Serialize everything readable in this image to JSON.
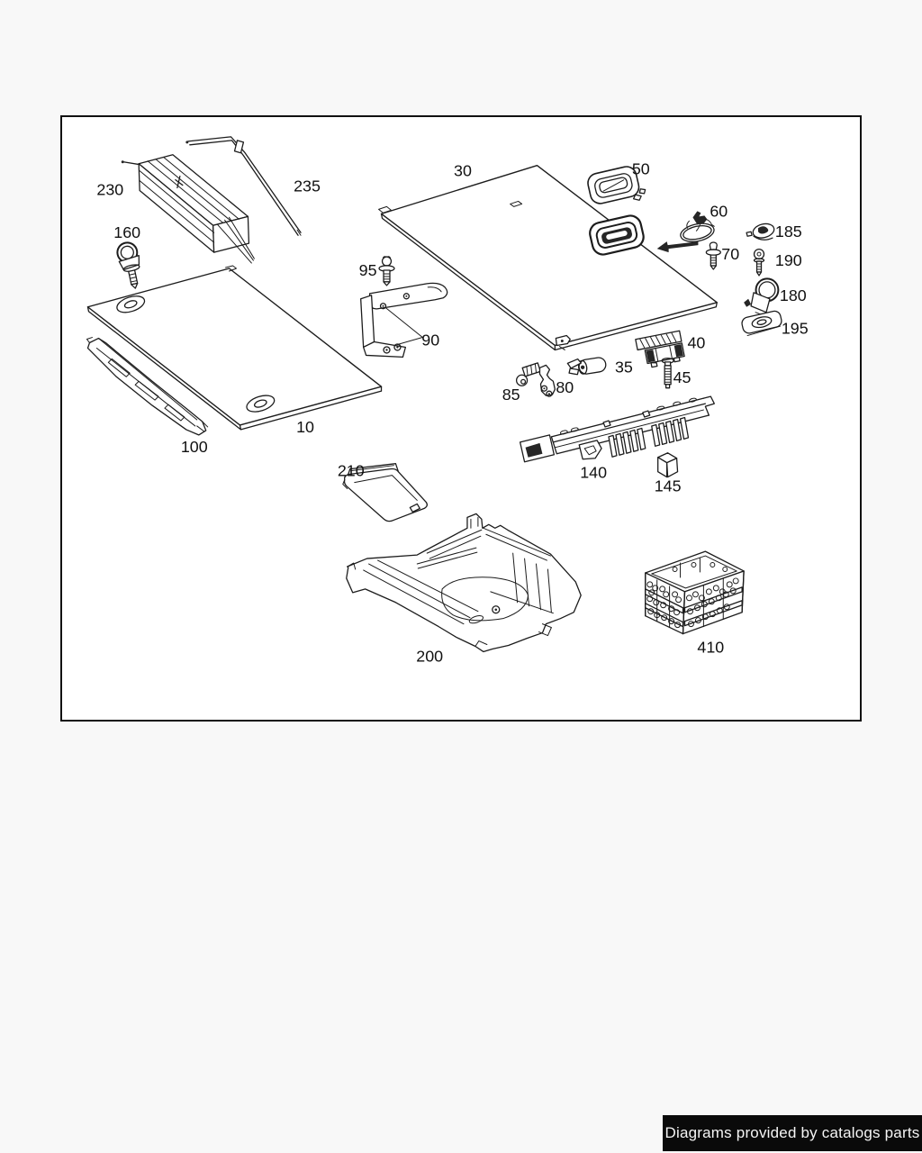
{
  "page": {
    "background_color": "#f8f8f8",
    "footer": {
      "text": "Diagrams provided by catalogs parts",
      "background_color": "#0a0a0a",
      "text_color": "#f5f5f5"
    }
  },
  "diagram": {
    "frame_border_color": "#111111",
    "frame_background_color": "#ffffff",
    "line_color": "#1c1c1c",
    "part_labels": {
      "p10": "10",
      "p30": "30",
      "p35": "35",
      "p40": "40",
      "p45": "45",
      "p50": "50",
      "p60": "60",
      "p70": "70",
      "p80": "80",
      "p85": "85",
      "p90": "90",
      "p95": "95",
      "p100": "100",
      "p140": "140",
      "p145": "145",
      "p160": "160",
      "p180": "180",
      "p185": "185",
      "p190": "190",
      "p195": "195",
      "p200": "200",
      "p210": "210",
      "p230": "230",
      "p235": "235",
      "p410": "410"
    }
  }
}
